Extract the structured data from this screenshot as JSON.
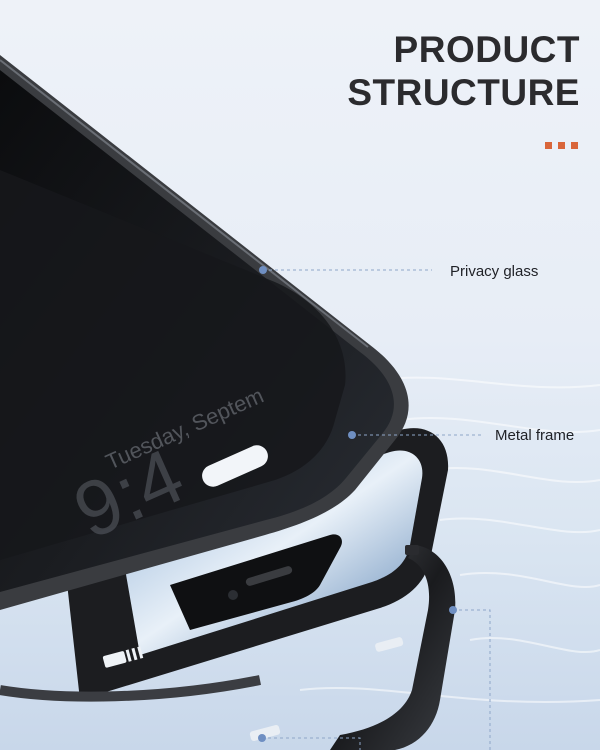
{
  "title": {
    "line1": "PRODUCT",
    "line2": "STRUCTURE"
  },
  "colors": {
    "accent": "#d9663b",
    "title": "#2b2b2e",
    "line": "#8ea6c8",
    "dot": "#6f8fc2"
  },
  "callouts": {
    "privacy_glass": "Privacy glass",
    "metal_frame": "Metal frame"
  },
  "screen_text": {
    "date": "Tuesday, Septem",
    "time": "9:4"
  }
}
